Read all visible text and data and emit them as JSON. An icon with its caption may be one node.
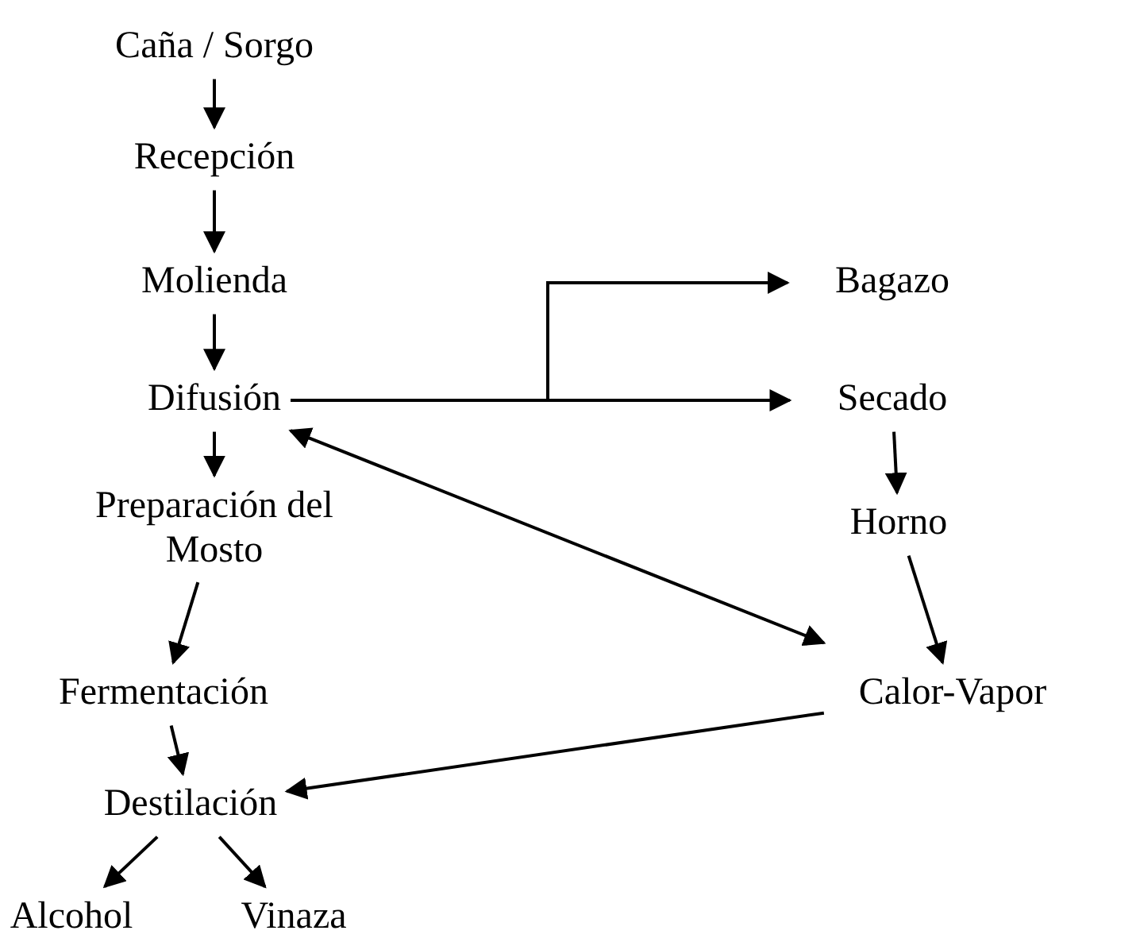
{
  "diagram": {
    "nodes": [
      {
        "text": [
          "Caña / Sorgo"
        ]
      },
      {
        "text": [
          "Recepción"
        ]
      },
      {
        "text": [
          "Molienda"
        ]
      },
      {
        "text": [
          "Difusión"
        ]
      },
      {
        "text": [
          "Preparación del Mosto"
        ]
      },
      {
        "text": [
          "Fermentación"
        ]
      },
      {
        "text": [
          "Destilación"
        ]
      },
      {
        "text": [
          "Alcohol"
        ]
      },
      {
        "text": [
          "Vinaza"
        ]
      },
      {
        "text": [
          "Bagazo"
        ]
      },
      {
        "text": [
          "Secado"
        ]
      },
      {
        "text": [
          "Horno"
        ]
      },
      {
        "text": [
          "Calor-Vapor"
        ]
      }
    ],
    "edges": [
      {
        "from": 0,
        "to": 1,
        "arrow": "to"
      },
      {
        "from": 1,
        "to": 2,
        "arrow": "to"
      },
      {
        "from": 2,
        "to": 3,
        "arrow": "to"
      },
      {
        "from": 3,
        "to": 4,
        "arrow": "to"
      },
      {
        "from": 4,
        "to": 5,
        "arrow": "to"
      },
      {
        "from": 5,
        "to": 6,
        "arrow": "to"
      },
      {
        "from": 6,
        "to": 7,
        "arrow": "to"
      },
      {
        "from": 6,
        "to": 8,
        "arrow": "to"
      },
      {
        "from": 3,
        "to": 9,
        "arrow": "to"
      },
      {
        "from": 3,
        "to": 10,
        "arrow": "to"
      },
      {
        "from": 10,
        "to": 11,
        "arrow": "to"
      },
      {
        "from": 11,
        "to": 12,
        "arrow": "to"
      },
      {
        "from": 12,
        "to": 3,
        "arrow": "both"
      },
      {
        "from": 12,
        "to": 6,
        "arrow": "to"
      }
    ]
  }
}
